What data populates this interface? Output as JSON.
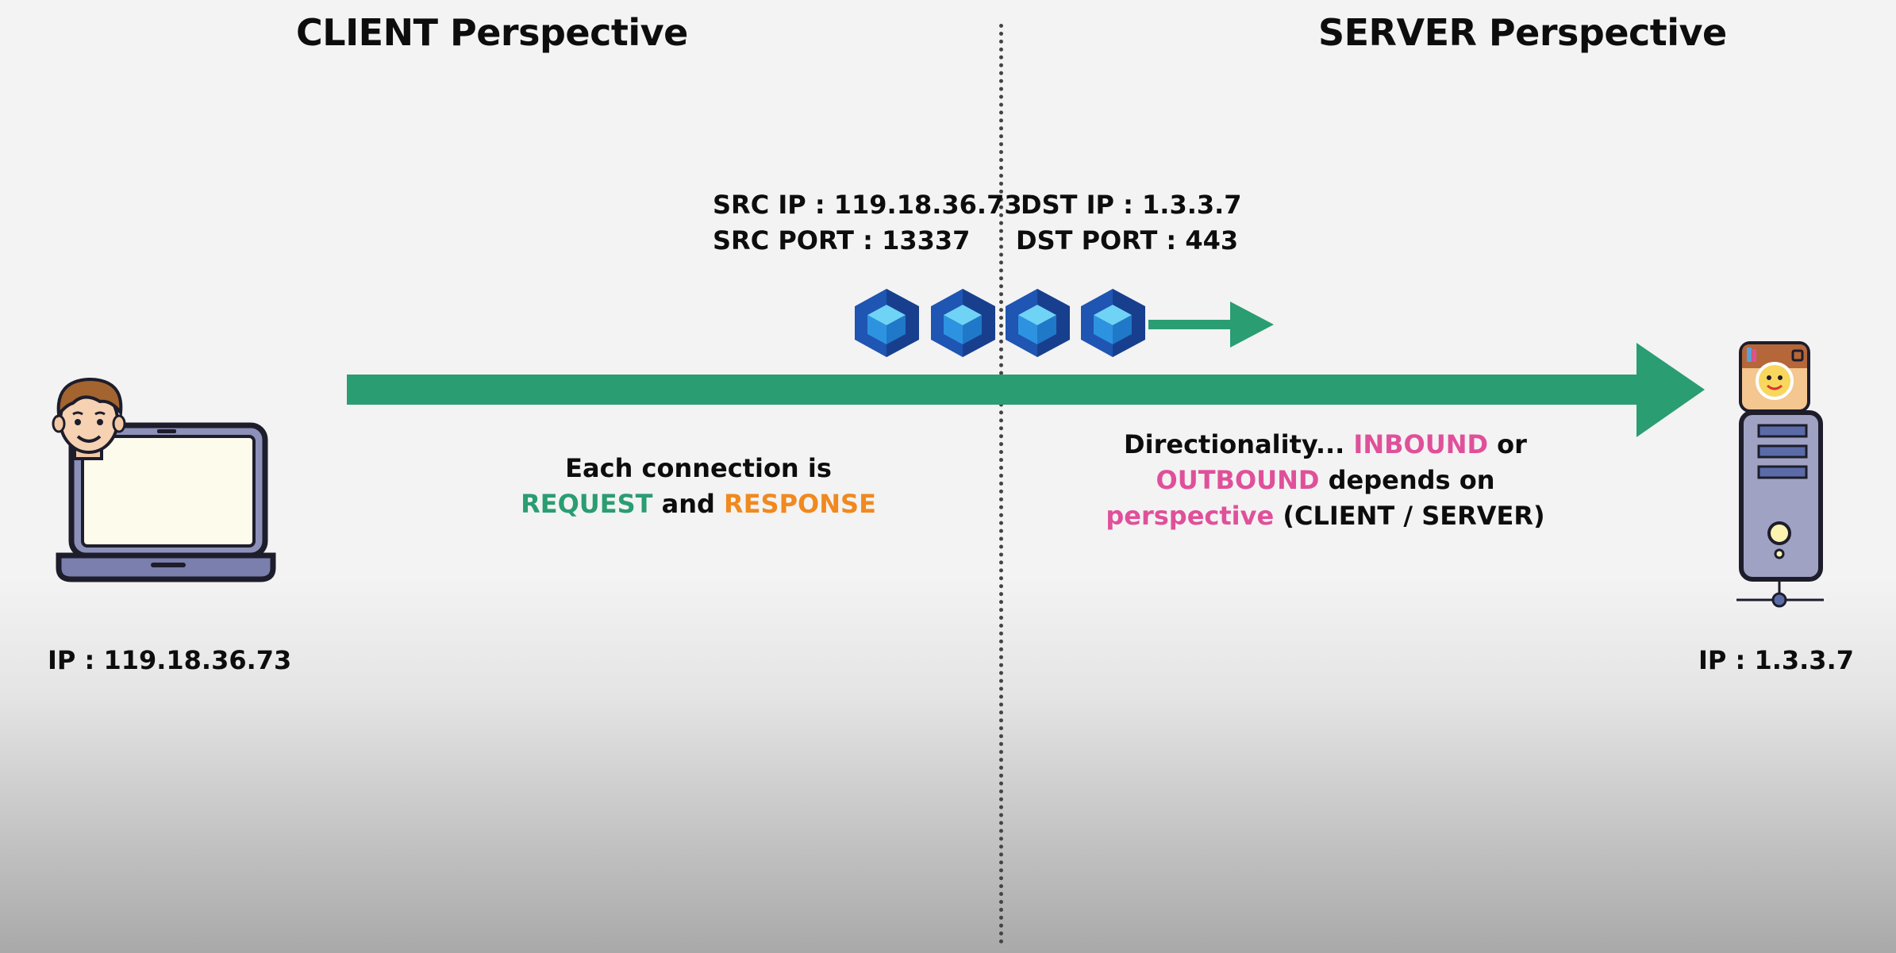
{
  "client": {
    "heading": "CLIENT Perspective",
    "ip_label": "IP : 119.18.36.73"
  },
  "server": {
    "heading": "SERVER Perspective",
    "ip_label": "IP : 1.3.3.7"
  },
  "packet_header": {
    "src_ip": "SRC IP : 119.18.36.73",
    "src_port": "SRC PORT : 13337",
    "dst_ip": "DST IP : 1.3.3.7",
    "dst_port": "DST PORT : 443"
  },
  "connection_note": {
    "line1": "Each connection is",
    "request": "REQUEST",
    "and": " and ",
    "response": "RESPONSE"
  },
  "direction_note": {
    "part1": "Directionality... ",
    "inbound": "INBOUND",
    "or": " or",
    "outbound": "OUTBOUND",
    "depends": " depends on",
    "perspective": "perspective",
    "tail": " (CLIENT / SERVER)"
  },
  "colors": {
    "arrow": "#2a9d72",
    "request": "#2a9d72",
    "response": "#f0891f",
    "highlight": "#e0509a",
    "packet": "#1f5fc0"
  },
  "icons": [
    "laptop-icon",
    "user-avatar-icon",
    "server-icon",
    "packet-icon",
    "instagram-app-icon"
  ]
}
